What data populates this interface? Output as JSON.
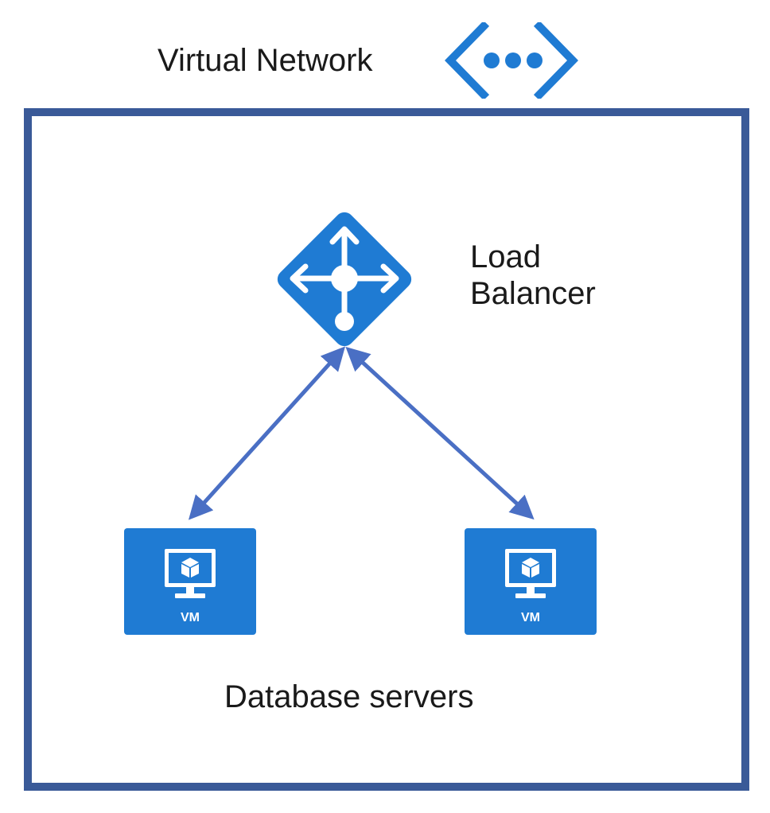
{
  "title": "Virtual Network",
  "load_balancer": {
    "label_line1": "Load",
    "label_line2": "Balancer"
  },
  "vms": [
    {
      "label": "VM"
    },
    {
      "label": "VM"
    }
  ],
  "group_label": "Database servers",
  "icons": {
    "network": "virtual-network-icon",
    "load_balancer": "load-balancer-icon",
    "vm": "virtual-machine-icon"
  },
  "colors": {
    "frame": "#3a5a98",
    "icon_blue": "#1f7bd3",
    "arrow": "#4a6fc4",
    "text": "#1a1a1a"
  }
}
